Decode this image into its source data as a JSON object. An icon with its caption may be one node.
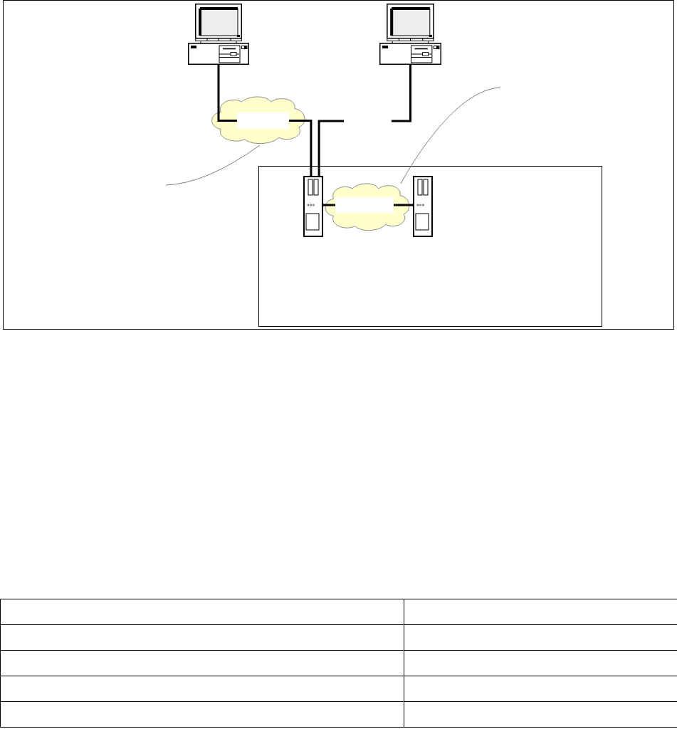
{
  "diagram": {
    "nodes": [
      {
        "text": [],
        "shape": "computer"
      },
      {
        "text": [],
        "shape": "computer"
      },
      {
        "text": [],
        "shape": "cloud"
      },
      {
        "text": [],
        "shape": "box",
        "in": 2
      },
      {
        "text": [],
        "shape": "box"
      },
      {
        "text": [],
        "shape": "server",
        "in": 4
      },
      {
        "text": [],
        "shape": "cloud",
        "in": 4
      },
      {
        "text": [],
        "shape": "box",
        "in": 6
      },
      {
        "text": [],
        "shape": "server",
        "in": 4
      }
    ],
    "edges": [
      {
        "from": 0,
        "to": 3,
        "arrow": "none"
      },
      {
        "from": 3,
        "to": 5,
        "arrow": "none"
      },
      {
        "from": 1,
        "to": null,
        "arrow": "none"
      },
      {
        "from": null,
        "to": 5,
        "arrow": "none"
      },
      {
        "from": 5,
        "to": 7,
        "arrow": "none"
      },
      {
        "from": 7,
        "to": 8,
        "arrow": "none"
      },
      {
        "from": null,
        "to": 2,
        "arrow": "none",
        "color": "#808080"
      },
      {
        "from": null,
        "to": 6,
        "arrow": "none",
        "color": "#808080"
      }
    ]
  }
}
